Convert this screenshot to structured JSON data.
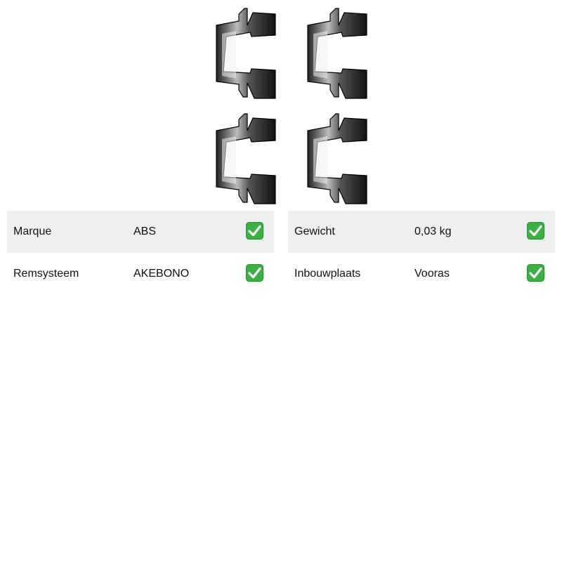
{
  "product_image": {
    "icon": "brake-pad-clip-kit-icon",
    "clip_count": 4
  },
  "colors": {
    "row_shade": "#efefef",
    "check_green": "#3cb043"
  },
  "specs_left": [
    {
      "label": "Marque",
      "value": "ABS",
      "icon": "check-icon"
    },
    {
      "label": "Remsysteem",
      "value": "AKEBONO",
      "icon": "check-icon"
    }
  ],
  "specs_right": [
    {
      "label": "Gewicht",
      "value": "0,03 kg",
      "icon": "check-icon"
    },
    {
      "label": "Inbouwplaats",
      "value": "Vooras",
      "icon": "check-icon"
    }
  ]
}
